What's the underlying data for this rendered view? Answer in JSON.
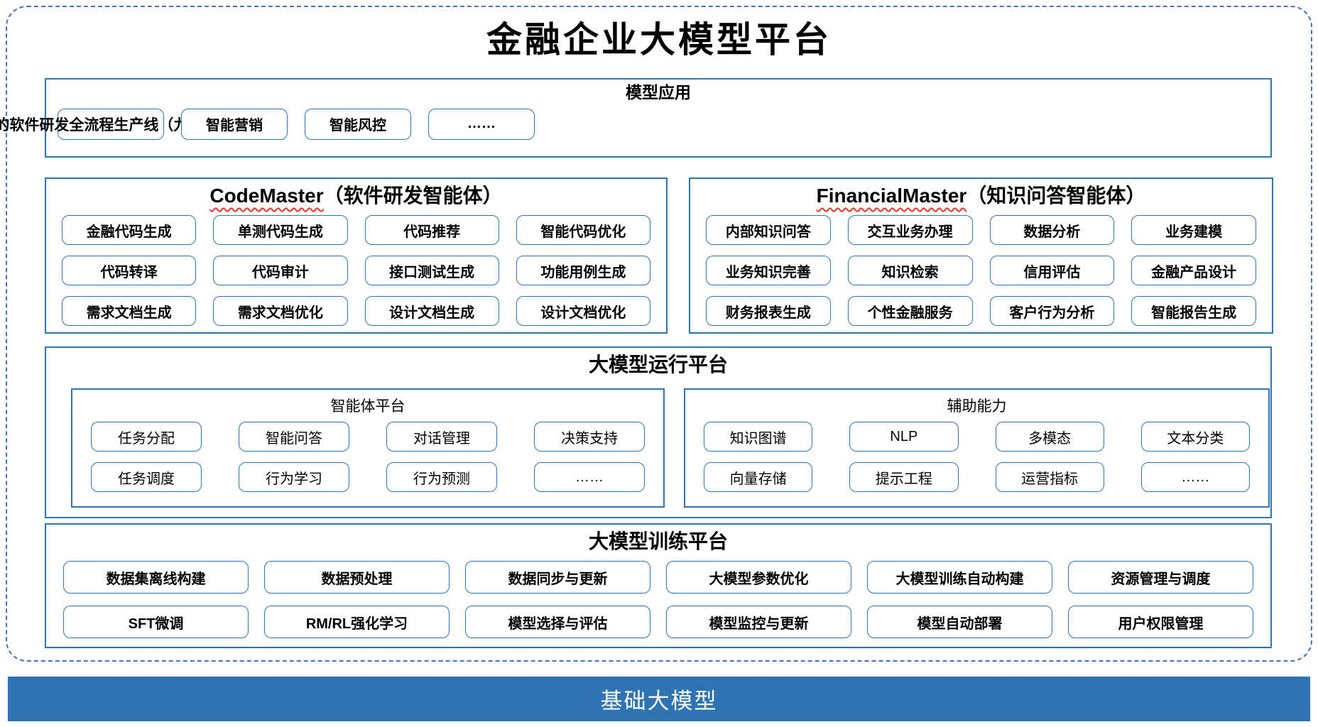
{
  "title": "金融企业大模型平台",
  "colors": {
    "section_border": "#2E75B6",
    "item_border": "#2E75B6",
    "outer_dashed_border": "#4472C4",
    "squiggle_red": "#EE3124",
    "base_bar_bg": "#2E74B5",
    "base_bar_text": "#FFFFFF",
    "text": "#000000",
    "background": "#FFFFFF"
  },
  "model_app": {
    "title": "模型应用",
    "pipeline": "基于AI的软件研发全流程生产线（九天揽月AI+）",
    "items": [
      "智能营销",
      "智能风控",
      "……"
    ]
  },
  "code_master": {
    "title_en": "CodeMaster",
    "title_suffix": "（软件研发智能体）",
    "items": [
      "金融代码生成",
      "单测代码生成",
      "代码推荐",
      "智能代码优化",
      "代码转译",
      "代码审计",
      "接口测试生成",
      "功能用例生成",
      "需求文档生成",
      "需求文档优化",
      "设计文档生成",
      "设计文档优化"
    ]
  },
  "financial_master": {
    "title_en": "FinancialMaster",
    "title_suffix": "（知识问答智能体）",
    "items": [
      "内部知识问答",
      "交互业务办理",
      "数据分析",
      "业务建模",
      "业务知识完善",
      "知识检索",
      "信用评估",
      "金融产品设计",
      "财务报表生成",
      "个性金融服务",
      "客户行为分析",
      "智能报告生成"
    ]
  },
  "run_platform": {
    "title": "大模型运行平台",
    "agent_platform": {
      "title": "智能体平台",
      "items": [
        "任务分配",
        "智能问答",
        "对话管理",
        "决策支持",
        "任务调度",
        "行为学习",
        "行为预测",
        "……"
      ]
    },
    "auxiliary": {
      "title": "辅助能力",
      "items": [
        "知识图谱",
        "NLP",
        "多模态",
        "文本分类",
        "向量存储",
        "提示工程",
        "运营指标",
        "……"
      ]
    }
  },
  "train_platform": {
    "title": "大模型训练平台",
    "items": [
      "数据集离线构建",
      "数据预处理",
      "数据同步与更新",
      "大模型参数优化",
      "大模型训练自动构建",
      "资源管理与调度",
      "SFT微调",
      "RM/RL强化学习",
      "模型选择与评估",
      "模型监控与更新",
      "模型自动部署",
      "用户权限管理"
    ]
  },
  "base_model": {
    "label": "基础大模型"
  }
}
